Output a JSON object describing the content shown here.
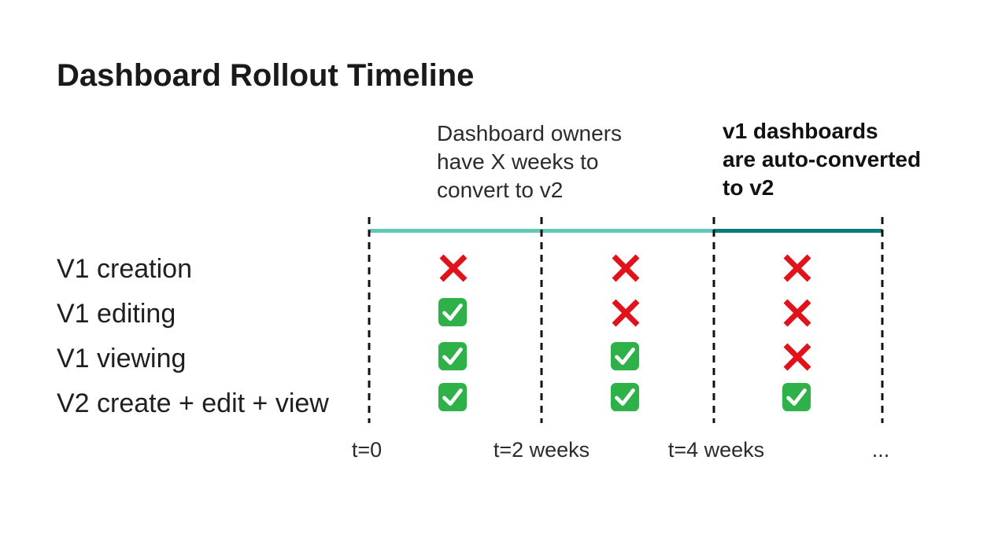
{
  "title": "Dashboard Rollout Timeline",
  "phase_notes": [
    {
      "lines": [
        "Dashboard owners",
        "have X weeks to",
        "convert to v2"
      ]
    },
    {
      "lines": [
        "v1 dashboards",
        "are auto-converted",
        "to v2"
      ]
    }
  ],
  "rows": [
    {
      "label": "V1 creation",
      "statuses": [
        "cross",
        "cross",
        "cross"
      ]
    },
    {
      "label": "V1 editing",
      "statuses": [
        "check",
        "cross",
        "cross"
      ]
    },
    {
      "label": "V1 viewing",
      "statuses": [
        "check",
        "check",
        "cross"
      ]
    },
    {
      "label": "V2 create + edit + view",
      "statuses": [
        "check",
        "check",
        "check"
      ]
    }
  ],
  "time_markers": [
    "t=0",
    "t=2 weeks",
    "t=4 weeks",
    "..."
  ],
  "colors": {
    "grace_period_bar": "#62c9b8",
    "auto_convert_bar": "#0b7a7a",
    "cross": "#e0121c",
    "check_bg": "#2fb14a",
    "check_mark": "#ffffff"
  }
}
